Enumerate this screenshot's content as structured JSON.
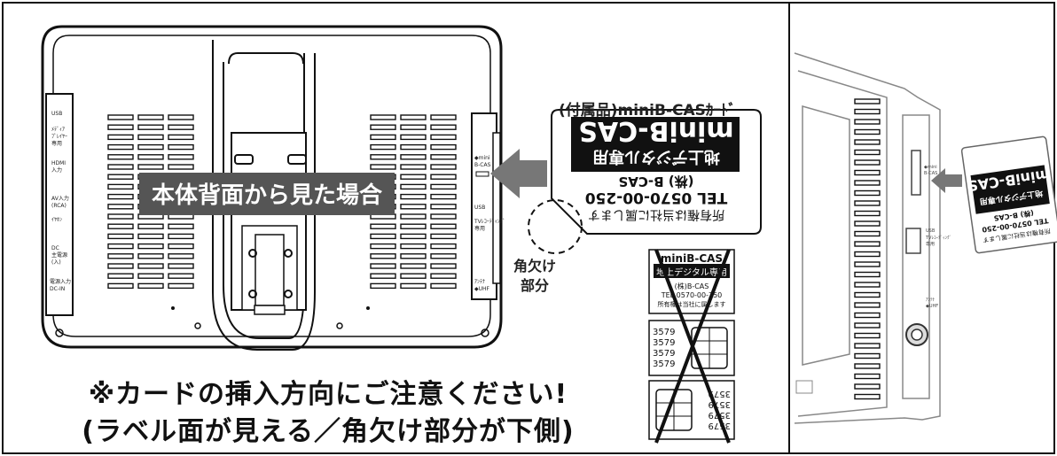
{
  "banner": {
    "text": "本体背面から見た場合"
  },
  "card_caption": "(付属品)miniB-CASｶｰﾄﾞ",
  "notch_label": [
    "角欠け",
    "部分"
  ],
  "caution": {
    "line1": "※カードの挿入方向にご注意ください!",
    "line2": "(ラベル面が見える／角欠け部分が下側)"
  },
  "port_labels_left": [
    "USB",
    "ﾒﾃﾞｨｱ",
    "ﾌﾟﾚｲﾔｰ",
    "専用",
    "HDMI",
    "入力",
    "AV入力",
    "(RCA)",
    "ｲﾔﾎﾝ",
    "DC",
    "主電源",
    "(入)",
    "電源入力",
    "DC-IN"
  ],
  "port_labels_right": [
    "◆mini",
    "B-CAS",
    "USB",
    "TVﾚｺｰﾃﾞｨﾝｸﾞ",
    "専用",
    "ｱﾝﾃﾅ",
    "◆UHF"
  ],
  "card": {
    "line1": "所有権は当社に属します",
    "line2": "TEL 0570-00-250",
    "line3": "(株) B-CAS",
    "line4": "地上デジタル専用",
    "line5": "miniB-CAS"
  },
  "wrong_card": {
    "title": "miniB-CAS",
    "sub": "地上デジタル専用",
    "l1": "(株)B-CAS",
    "l2": "TEL 0570-00-250",
    "l3": "所有権は当社に属します",
    "nums": [
      "3579",
      "3579",
      "3579",
      "3579"
    ],
    "nums_flip": [
      "3579",
      "3579",
      "3579",
      "3579"
    ]
  },
  "side_card": {
    "line1": "所有権は当社に属します",
    "line2": "TEL 0570-00-250",
    "line3": "(株) B-CAS",
    "line4": "地上デジタル専用",
    "line5": "miniB-CAS"
  },
  "side_labels": [
    "◆mini",
    "B-CAS",
    "USB",
    "TVﾚｺｰﾃﾞｨﾝｸﾞ",
    "専用",
    "ｱﾝﾃﾅ",
    "◆UHF"
  ]
}
